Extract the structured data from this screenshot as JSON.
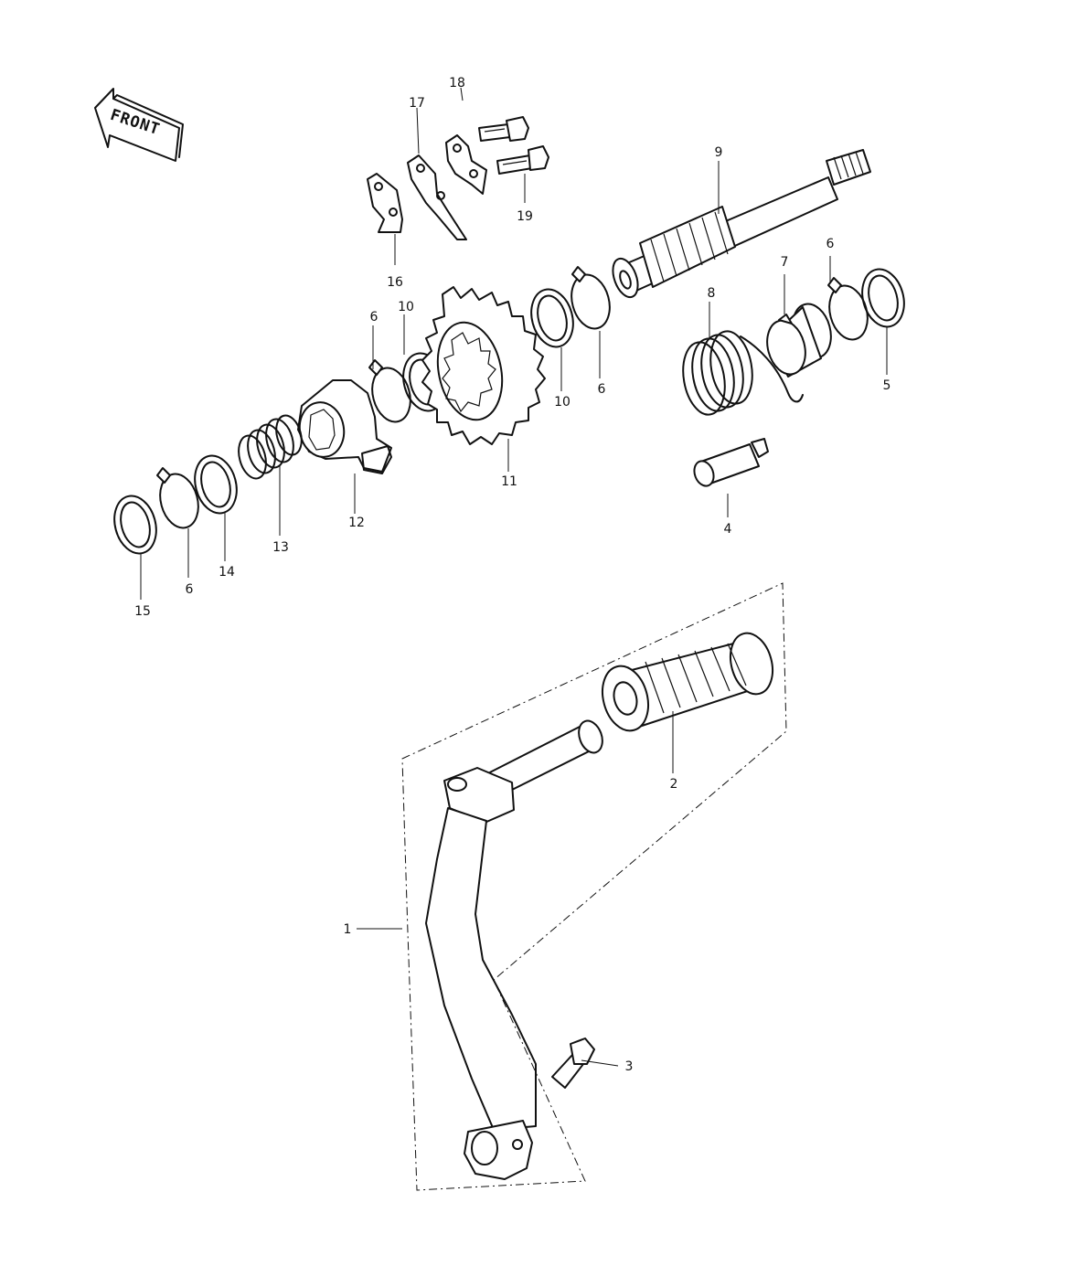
{
  "front_arrow": {
    "label": "FRONT"
  },
  "callouts": [
    {
      "id": "p1",
      "text": "1"
    },
    {
      "id": "p2",
      "text": "2"
    },
    {
      "id": "p3",
      "text": "3"
    },
    {
      "id": "p4",
      "text": "4"
    },
    {
      "id": "p5",
      "text": "5"
    },
    {
      "id": "p6a",
      "text": "6"
    },
    {
      "id": "p6b",
      "text": "6"
    },
    {
      "id": "p6c",
      "text": "6"
    },
    {
      "id": "p6d",
      "text": "6"
    },
    {
      "id": "p7",
      "text": "7"
    },
    {
      "id": "p8",
      "text": "8"
    },
    {
      "id": "p9",
      "text": "9"
    },
    {
      "id": "p10a",
      "text": "10"
    },
    {
      "id": "p10b",
      "text": "10"
    },
    {
      "id": "p11",
      "text": "11"
    },
    {
      "id": "p12",
      "text": "12"
    },
    {
      "id": "p13",
      "text": "13"
    },
    {
      "id": "p14",
      "text": "14"
    },
    {
      "id": "p15",
      "text": "15"
    },
    {
      "id": "p16",
      "text": "16"
    },
    {
      "id": "p17",
      "text": "17"
    },
    {
      "id": "p18",
      "text": "18"
    },
    {
      "id": "p19",
      "text": "19"
    }
  ]
}
